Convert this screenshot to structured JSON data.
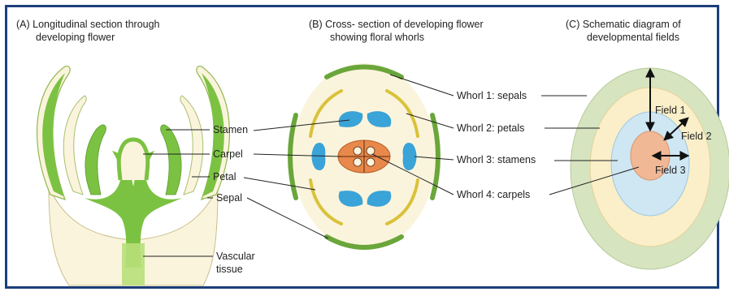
{
  "panel_a": {
    "title_line1": "(A)  Longitudinal section through",
    "title_line2": "developing flower",
    "labels": {
      "stamen": "Stamen",
      "carpel": "Carpel",
      "petal": "Petal",
      "sepal": "Sepal",
      "vascular_line1": "Vascular",
      "vascular_line2": "tissue"
    }
  },
  "panel_b": {
    "title_line1": "(B)  Cross- section of developing flower",
    "title_line2": "showing floral whorls",
    "whorls": {
      "w1": "Whorl 1: sepals",
      "w2": "Whorl 2: petals",
      "w3": "Whorl 3: stamens",
      "w4": "Whorl 4: carpels"
    }
  },
  "panel_c": {
    "title_line1": "(C)  Schematic diagram of",
    "title_line2": "developmental fields",
    "fields": {
      "f1": "Field 1",
      "f2": "Field 2",
      "f3": "Field 3"
    }
  },
  "colors": {
    "border": "#1d3f7a",
    "tissue_green": "#7cc242",
    "pale_cream": "#fbf4dc",
    "petal_yellow": "#d9c23a",
    "stamen_blue": "#3aa3d8",
    "carpel_orange": "#e8884a",
    "field1": "#d6e4c0",
    "field2": "#faefc8",
    "field3": "#cfe6f3",
    "center": "#f1b896"
  }
}
